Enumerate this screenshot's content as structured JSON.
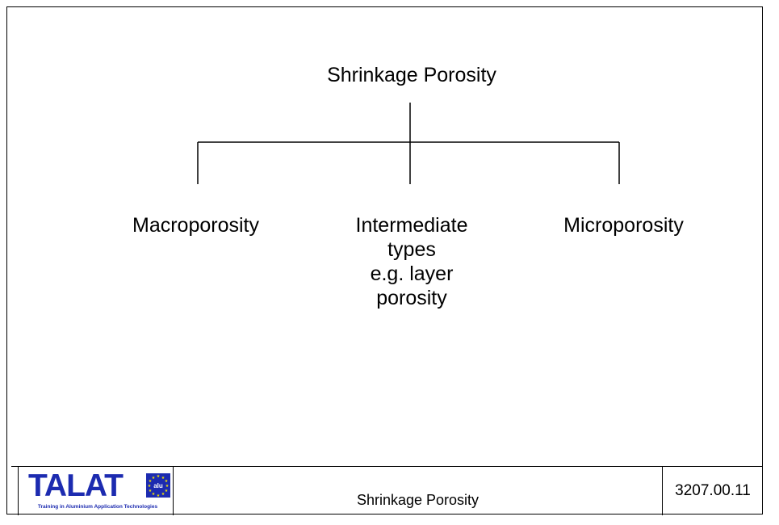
{
  "diagram": {
    "root": "Shrinkage Porosity",
    "children": [
      "Macroporosity",
      "Intermediate\ntypes\ne.g. layer\nporosity",
      "Microporosity"
    ]
  },
  "footer": {
    "logo": {
      "word": "TALAT",
      "flag_text": "alu",
      "subtitle": "Training in Aluminium Application Technologies"
    },
    "title": "Shrinkage Porosity",
    "code": "3207.00.11"
  },
  "colors": {
    "logo_blue": "#1c2bb0",
    "star_yellow": "#f5e400"
  }
}
